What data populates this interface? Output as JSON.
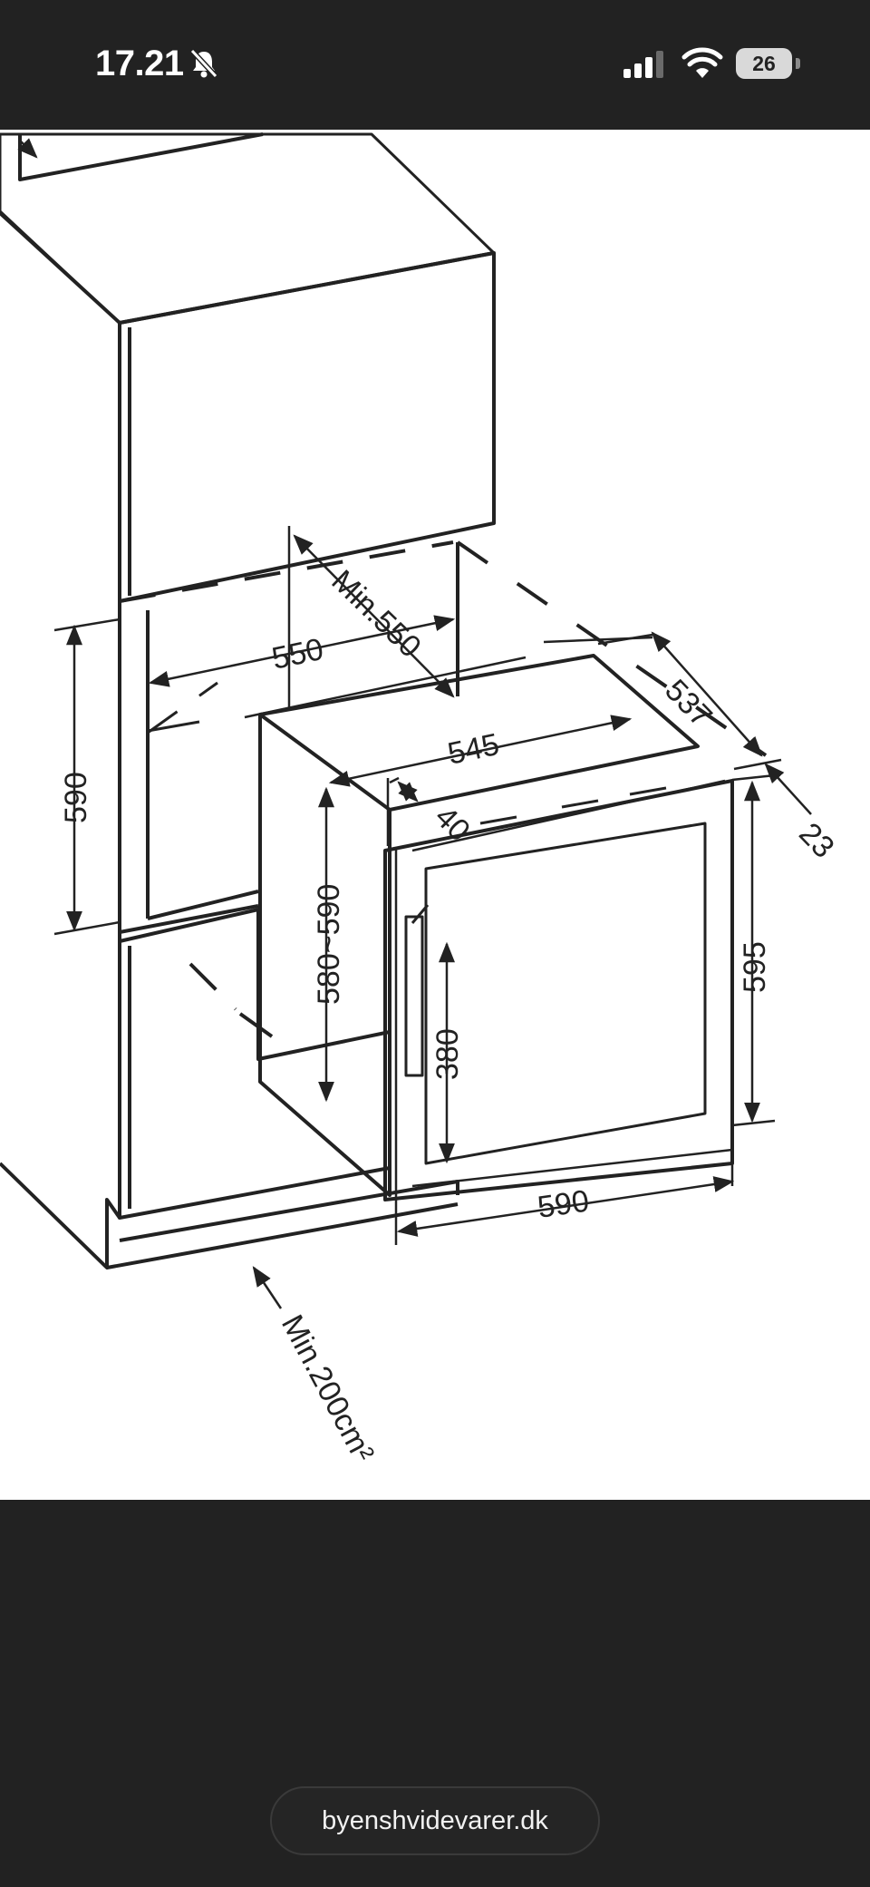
{
  "status": {
    "time": "17.21",
    "battery": "26"
  },
  "drawing": {
    "labels": {
      "min550": "Min.550",
      "w550": "550",
      "h590": "590",
      "w545": "545",
      "d537": "537",
      "d23": "23",
      "d40": "40",
      "h580_590": "580~590",
      "h595": "595",
      "h380": "380",
      "w590": "590",
      "min200": "Min.200cm²"
    }
  },
  "browser": {
    "url": "byenshvidevarer.dk"
  }
}
